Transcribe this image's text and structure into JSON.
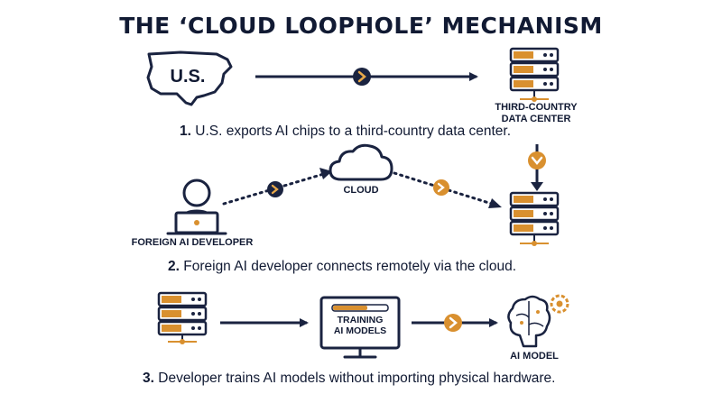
{
  "title": "THE ‘CLOUD LOOPHOLE’ MECHANISM",
  "step1": {
    "country_label": "U.S.",
    "datacenter_label": "THIRD-COUNTRY\nDATA CENTER",
    "number": "1.",
    "caption": "U.S. exports AI chips to a third-country data center."
  },
  "step2": {
    "developer_label": "FOREIGN AI DEVELOPER",
    "cloud_label": "CLOUD",
    "number": "2.",
    "caption": "Foreign AI developer connects remotely via the cloud."
  },
  "step3": {
    "monitor_label": "TRAINING\nAI MODELS",
    "model_label": "AI MODEL",
    "number": "3.",
    "caption": "Developer trains AI models without importing physical hardware."
  },
  "colors": {
    "navy": "#1a2340",
    "orange": "#d9902f",
    "orange_light": "#e9a94a"
  },
  "icons": [
    "usa-map-icon",
    "server-icon",
    "laptop-user-icon",
    "cloud-icon",
    "monitor-icon",
    "brain-gear-icon",
    "chevron-right-icon",
    "chevron-down-icon"
  ]
}
